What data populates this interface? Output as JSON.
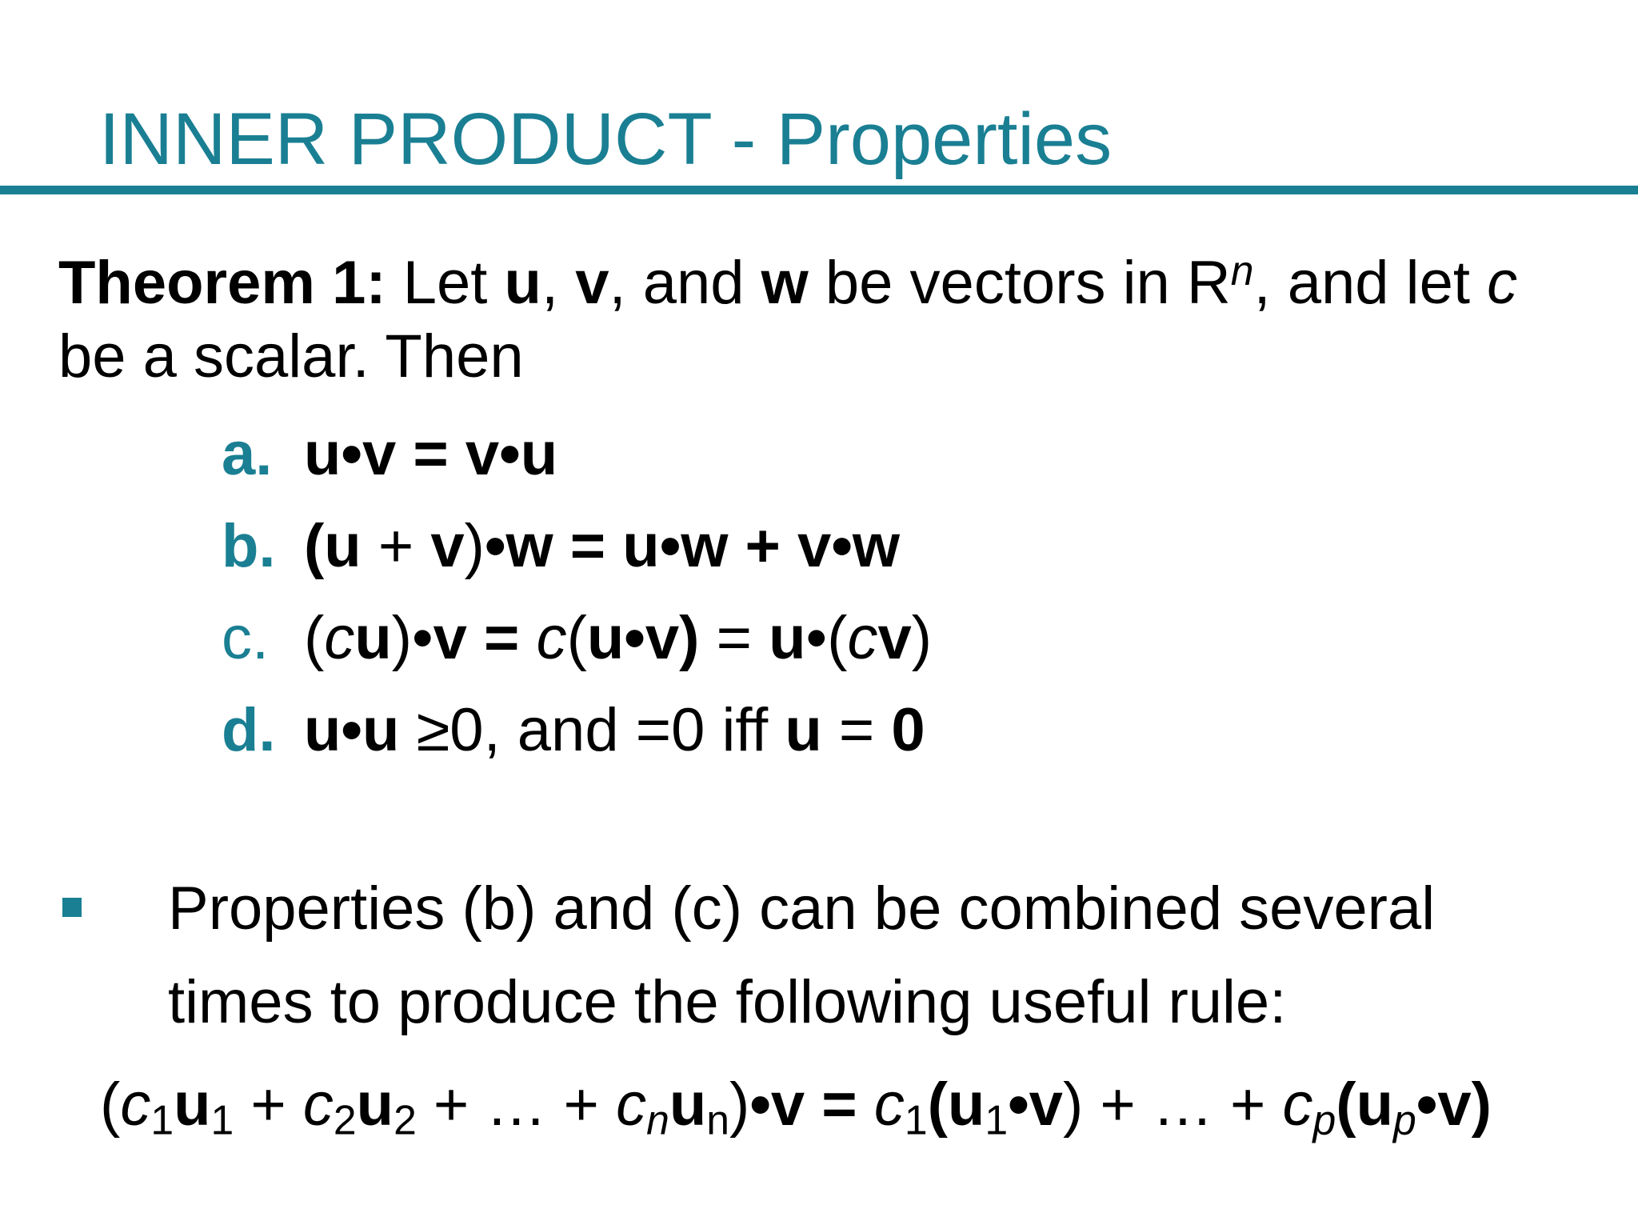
{
  "slide": {
    "title": "INNER PRODUCT - Properties",
    "accent_color": "#1a7f93"
  },
  "theorem": {
    "label": "Theorem 1:",
    "line1_t1": " Let ",
    "u": "u",
    "comma1": ", ",
    "v": "v",
    "and1": ", and ",
    "w": "w",
    "t2": " be vectors in R",
    "n_sup": "n",
    "t3": ", and let ",
    "c": "c",
    "line2": "be a scalar. Then"
  },
  "items": {
    "a": {
      "label": "a.",
      "text": "u•v = v•u"
    },
    "b": {
      "label": "b.",
      "p1": "(u",
      "p2": " + ",
      "p3": "v",
      "p4": ")",
      "p5": "•w = u•w + v•w"
    },
    "c": {
      "label": "c.",
      "p1": "(",
      "p2": "c",
      "p3": "u",
      "p4": ")•",
      "p5": "v =",
      "p6": " ",
      "p7": "c",
      "p8": "(",
      "p9": "u•v)",
      "p10": " = ",
      "p11": "u",
      "p12": "•(",
      "p13": "c",
      "p14": "v",
      "p15": ")"
    },
    "d": {
      "label": "d.",
      "p1": "u•u",
      "p2": " ≥0, and =0 iff ",
      "p3": "u",
      "p4": " = ",
      "p5": "0"
    }
  },
  "bullet_point": {
    "line1": "Properties (b) and (c) can be combined several",
    "line2": "times to produce the following useful rule:"
  },
  "formula": {
    "f1": "(",
    "c": "c",
    "one": "1",
    "u": "u",
    "plus": " + ",
    "two": "2",
    "dots": " … + ",
    "n_it": "n",
    "n_sub": "n",
    "close": ")",
    "dotv": "•v = ",
    "open": "(",
    "bullet": "•",
    "v": "v",
    "close2": ")",
    "mid": " + … + ",
    "p": "p"
  }
}
